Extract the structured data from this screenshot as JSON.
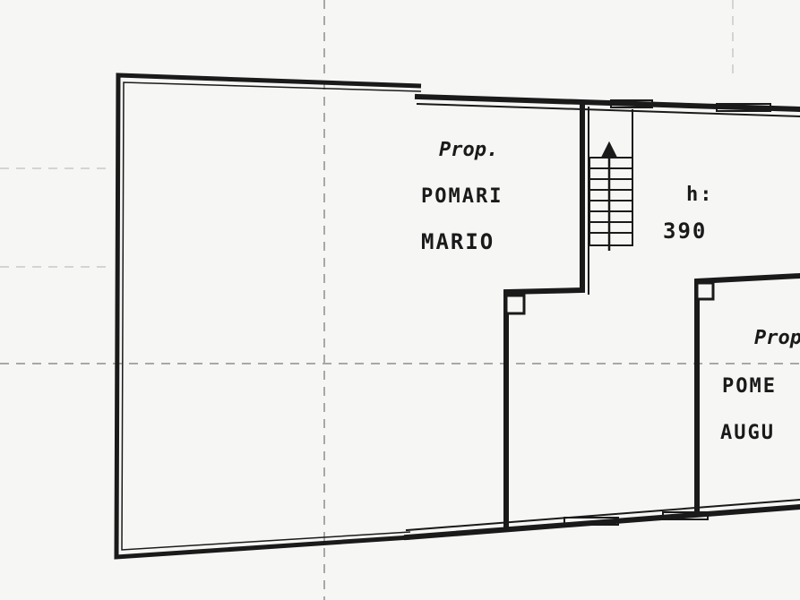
{
  "owner_left": {
    "prefix": "Prop.",
    "surname": "POMARI",
    "name": "MARIO"
  },
  "stair_room": {
    "height_prefix": "h:",
    "height_value": "390"
  },
  "owner_right": {
    "prefix": "Prop",
    "surname": "POME",
    "name": "AUGU"
  },
  "colors": {
    "ink": "#1a1a1a",
    "paper": "#f6f6f4",
    "grid": "#9a9a9a"
  }
}
